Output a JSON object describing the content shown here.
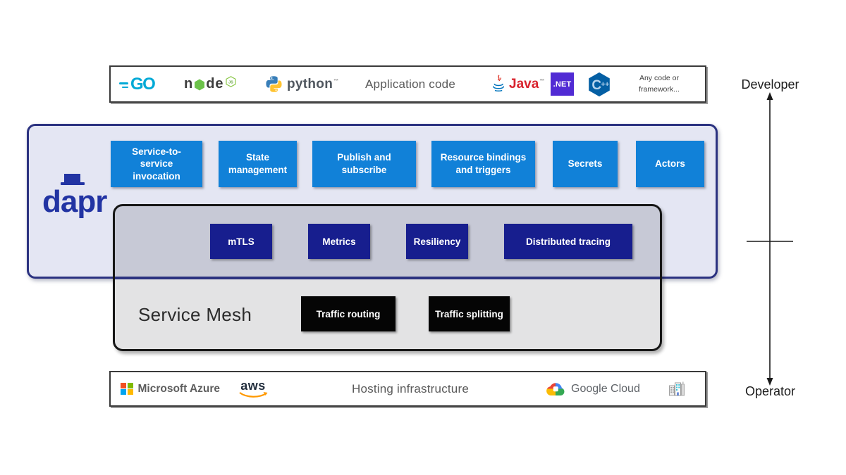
{
  "app_bar": {
    "label": "Application code",
    "go": "GO",
    "node": {
      "n": "n",
      "de": "de",
      "js": "JS"
    },
    "python": {
      "word": "python",
      "tm": "™"
    },
    "java": {
      "word": "Java",
      "tm": "™"
    },
    "dotnet": ".NET",
    "cpp": {
      "c": "C",
      "pp": "++"
    },
    "any_code_line1": "Any code or",
    "any_code_line2": "framework..."
  },
  "dapr": {
    "logo": "dapr",
    "blocks": [
      "Service-to-service invocation",
      "State management",
      "Publish and subscribe",
      "Resource bindings and triggers",
      "Secrets",
      "Actors"
    ]
  },
  "sidecar": [
    "mTLS",
    "Metrics",
    "Resiliency",
    "Distributed tracing"
  ],
  "service_mesh": {
    "title": "Service Mesh",
    "items": [
      "Traffic routing",
      "Traffic splitting"
    ]
  },
  "hosting": {
    "azure": "Microsoft Azure",
    "aws": "aws",
    "label": "Hosting infrastructure",
    "google": "Google Cloud"
  },
  "roles": {
    "top": "Developer",
    "bottom": "Operator"
  },
  "colors": {
    "block_blue": "#1181d8",
    "block_navy": "#171e8e",
    "dapr_border": "#2b3280",
    "dapr_bg": "#e4e6f3",
    "mesh_black": "#050505"
  }
}
